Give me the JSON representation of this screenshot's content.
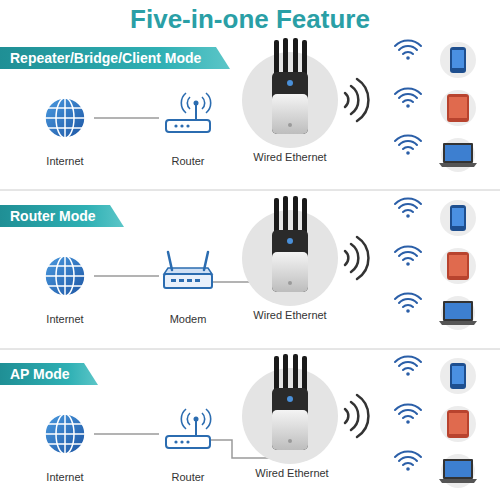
{
  "diagram": {
    "title": "Five-in-one Feature",
    "nodes": [
      {
        "text": [
          "Repeater/Bridge/Client Mode"
        ]
      },
      {
        "text": [
          "Internet"
        ]
      },
      {
        "text": [
          "Router"
        ]
      },
      {
        "text": [
          "Router Mode"
        ]
      },
      {
        "text": [
          "Internet"
        ]
      },
      {
        "text": [
          "Modem"
        ]
      },
      {
        "text": [
          "AP Mode"
        ]
      },
      {
        "text": [
          "Internet"
        ]
      },
      {
        "text": [
          "Router"
        ]
      }
    ],
    "edges": [
      {
        "from": 1,
        "to": 2,
        "arrow": "none"
      },
      {
        "from": 4,
        "to": 5,
        "arrow": "none"
      },
      {
        "from": 7,
        "to": 8,
        "arrow": "none"
      }
    ],
    "labels": [
      "Wired Ethernet",
      "Wired Ethernet",
      "Wired Ethernet"
    ]
  }
}
